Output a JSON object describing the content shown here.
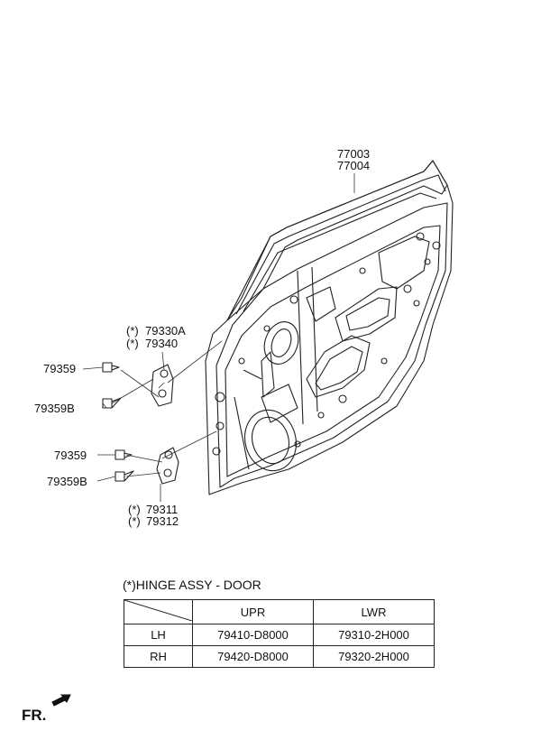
{
  "part_numbers": {
    "door_panel": [
      "77003",
      "77004"
    ],
    "upper_hinge": [
      "79330A",
      "79340"
    ],
    "upper_bolt_a": "79359",
    "upper_bolt_b": "79359B",
    "lower_bolt_a": "79359",
    "lower_bolt_b": "79359B",
    "lower_hinge": [
      "79311",
      "79312"
    ]
  },
  "asterisk_mark": "(*)",
  "hinge_table": {
    "title": "(*)HINGE ASSY - DOOR",
    "headers": [
      "",
      "UPR",
      "LWR"
    ],
    "rows": [
      {
        "side": "LH",
        "upr": "79410-D8000",
        "lwr": "79310-2H000"
      },
      {
        "side": "RH",
        "upr": "79420-D8000",
        "lwr": "79320-2H000"
      }
    ]
  },
  "front_indicator": "FR."
}
